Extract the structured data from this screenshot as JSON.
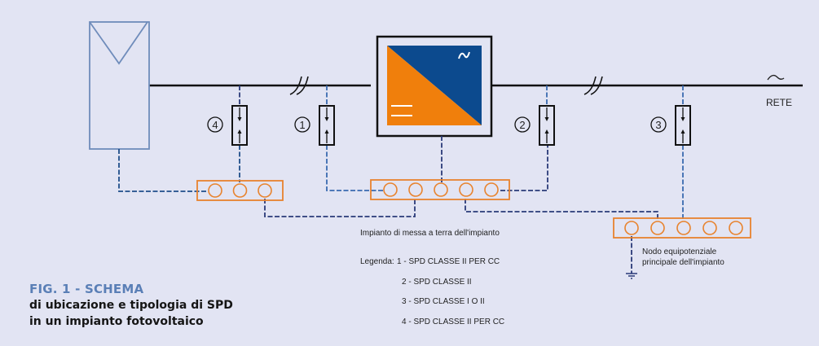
{
  "figure": {
    "caption_title": "FIG. 1 - SCHEMA",
    "caption_line1": "di ubicazione e tipologia di SPD",
    "caption_line2": "in un impianto fotovoltaico"
  },
  "diagram": {
    "grid_label": "RETE",
    "ground_system_label": "Impianto di messa a terra dell'impianto",
    "node_label_line1": "Nodo equipotenziale",
    "node_label_line2": "principale dell'impianto",
    "spd_numbers": [
      "4",
      "1",
      "2",
      "3"
    ],
    "inverter_ac_symbol": "∿",
    "grid_ac_symbol": "~"
  },
  "legend": {
    "title": "Legenda:",
    "items": [
      "1 - SPD CLASSE II PER CC",
      "2 - SPD CLASSE II",
      "3 - SPD CLASSE I O II",
      "4 - SPD CLASSE II PER CC"
    ]
  },
  "colors": {
    "background": "#e2e4f3",
    "panel_outline": "#6f8cbb",
    "inverter_blue": "#0c4a8e",
    "inverter_orange": "#f07f0c",
    "busbar_orange": "#e8832e",
    "ground_dash": "#2a3a78",
    "caption_blue": "#5a7fb6"
  }
}
